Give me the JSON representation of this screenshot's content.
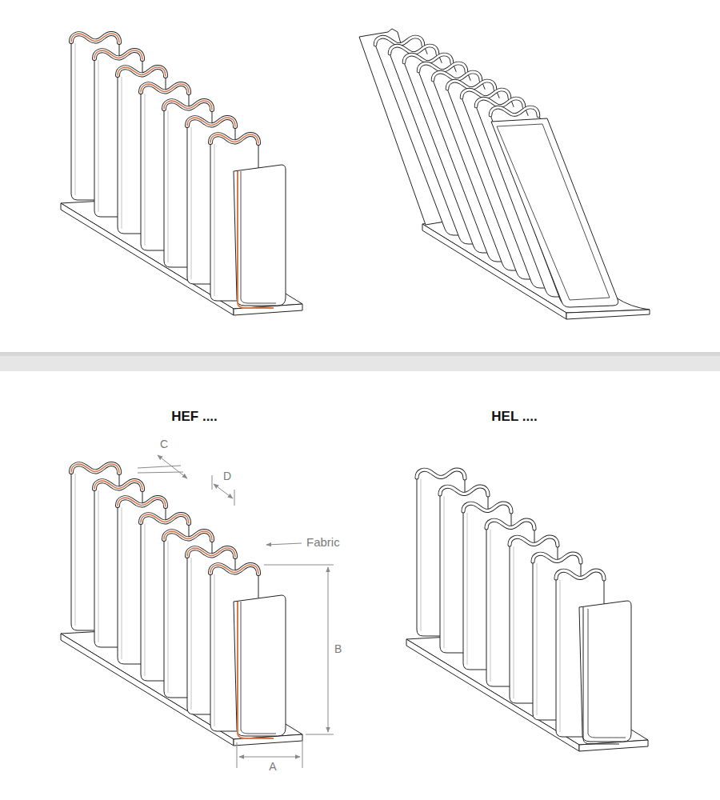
{
  "diagram": {
    "labels": [
      "HEF ....",
      "HEL ....",
      "C",
      "D",
      "Fabric",
      "B",
      "A"
    ]
  }
}
